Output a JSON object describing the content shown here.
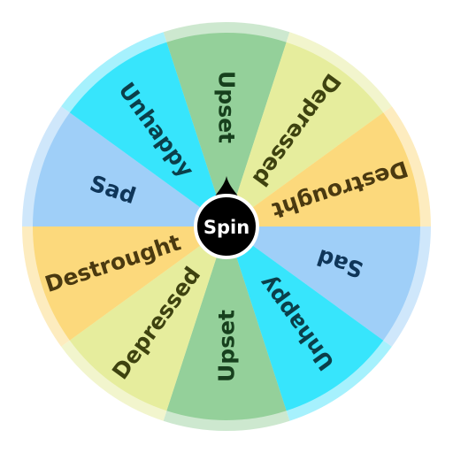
{
  "wheel": {
    "segments": [
      {
        "label": "Upset",
        "fill": "#94d09a",
        "ring": "#cde8cf",
        "text": "#17401d"
      },
      {
        "label": "Depressed",
        "fill": "#e6ed9d",
        "ring": "#f2f5cd",
        "text": "#3e4210"
      },
      {
        "label": "Destrought",
        "fill": "#fcd97c",
        "ring": "#fdecbf",
        "text": "#4a3910"
      },
      {
        "label": "Sad",
        "fill": "#9fcff8",
        "ring": "#cfe7fb",
        "text": "#0f3659"
      },
      {
        "label": "Unhappy",
        "fill": "#37e5fc",
        "ring": "#a6f1fd",
        "text": "#0b3f4a"
      },
      {
        "label": "Upset",
        "fill": "#94d09a",
        "ring": "#cde8cf",
        "text": "#17401d"
      },
      {
        "label": "Depressed",
        "fill": "#e6ed9d",
        "ring": "#f2f5cd",
        "text": "#3e4210"
      },
      {
        "label": "Destrought",
        "fill": "#fcd97c",
        "ring": "#fdecbf",
        "text": "#4a3910"
      },
      {
        "label": "Sad",
        "fill": "#9fcff8",
        "ring": "#cfe7fb",
        "text": "#0f3659"
      },
      {
        "label": "Unhappy",
        "fill": "#37e5fc",
        "ring": "#a6f1fd",
        "text": "#0b3f4a"
      }
    ],
    "spin_button": {
      "label": "Spin",
      "color": "#000000",
      "text_color": "#ffffff"
    }
  }
}
